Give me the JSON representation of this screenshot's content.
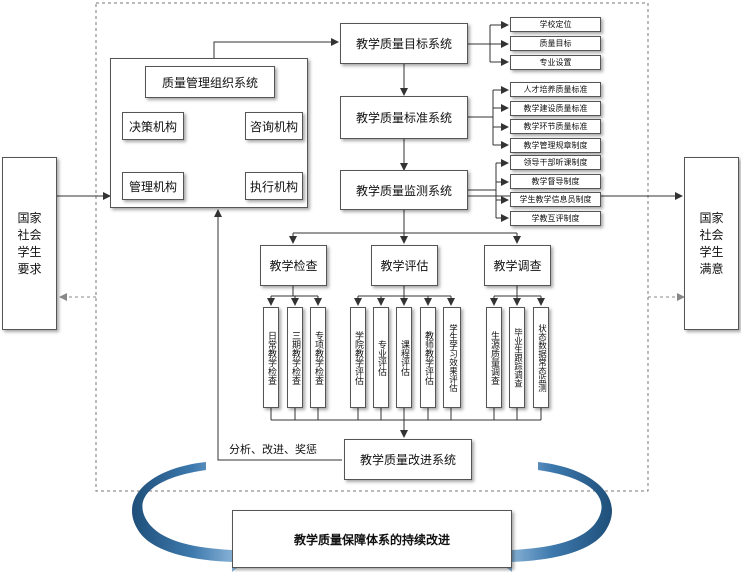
{
  "left_side": {
    "lines": [
      "国家",
      "社会",
      "学生",
      "要求"
    ]
  },
  "right_side": {
    "lines": [
      "国家",
      "社会",
      "学生",
      "满意"
    ]
  },
  "org_system": {
    "title": "质量管理组织系统",
    "decision": "决策机构",
    "consult": "咨询机构",
    "manage": "管理机构",
    "execute": "执行机构"
  },
  "target_system": {
    "title": "教学质量目标系统",
    "items": [
      "学校定位",
      "质量目标",
      "专业设置"
    ]
  },
  "standard_system": {
    "title": "教学质量标准系统",
    "items": [
      "人才培养质量标准",
      "教学建设质量标准",
      "教学环节质量标准",
      "教学管理规章制度"
    ]
  },
  "monitor_system": {
    "title": "教学质量监测系统",
    "items": [
      "领导干部听课制度",
      "教学督导制度",
      "学生教学信息员制度",
      "学教互评制度"
    ]
  },
  "check": {
    "title": "教学检查",
    "items": [
      "日常教学检查",
      "三期教学检查",
      "专项教学检查"
    ]
  },
  "evaluate": {
    "title": "教学评估",
    "items": [
      "学院教学评估",
      "专业评估",
      "课程评估",
      "教师教学评估",
      "学生学习效果评估"
    ]
  },
  "survey": {
    "title": "教学调查",
    "items": [
      "生源质量调查",
      "毕业生跟踪调查",
      "状态数据常态监测"
    ]
  },
  "improve_system": {
    "title": "教学质量改进系统",
    "feedback_label": "分析、改进、奖惩"
  },
  "footer": {
    "title": "教学质量保障体系的持续改进"
  },
  "colors": {
    "arrow_blue": "#2a5f8f",
    "arrow_light": "#7fb2db",
    "line": "#333333"
  }
}
